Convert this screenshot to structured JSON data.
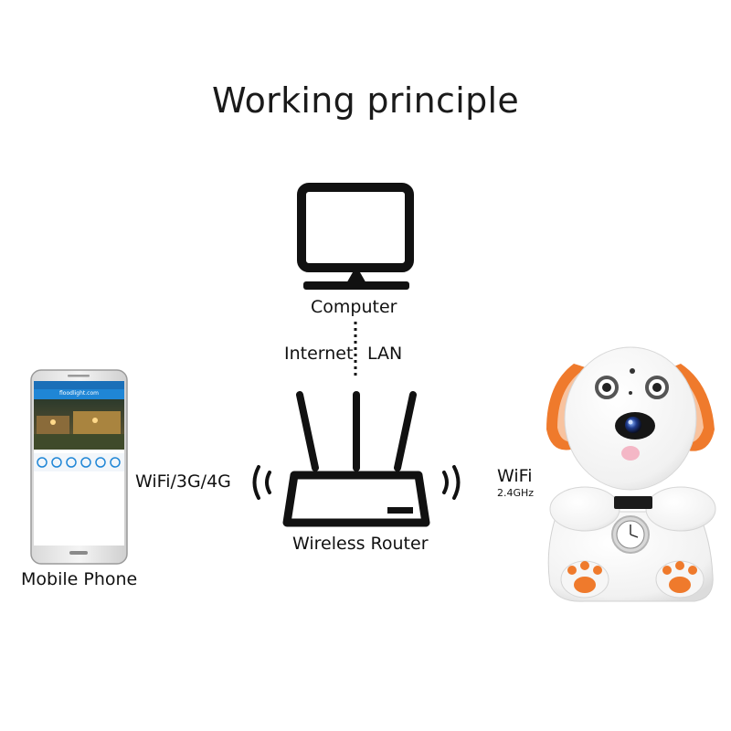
{
  "title": "Working principle",
  "nodes": {
    "computer": "Computer",
    "router": "Wireless Router",
    "phone": "Mobile Phone"
  },
  "links": {
    "internet": "Internet",
    "lan": "LAN",
    "phone_link": "WiFi/3G/4G",
    "camera_link": "WiFi",
    "camera_band": "2.4GHz"
  },
  "phone_screen": {
    "app_title": "floodlight.com"
  },
  "colors": {
    "stroke": "#111111",
    "camera_body": "#ffffff",
    "camera_accent": "#f07a2a",
    "phone_header": "#1f86d6"
  }
}
